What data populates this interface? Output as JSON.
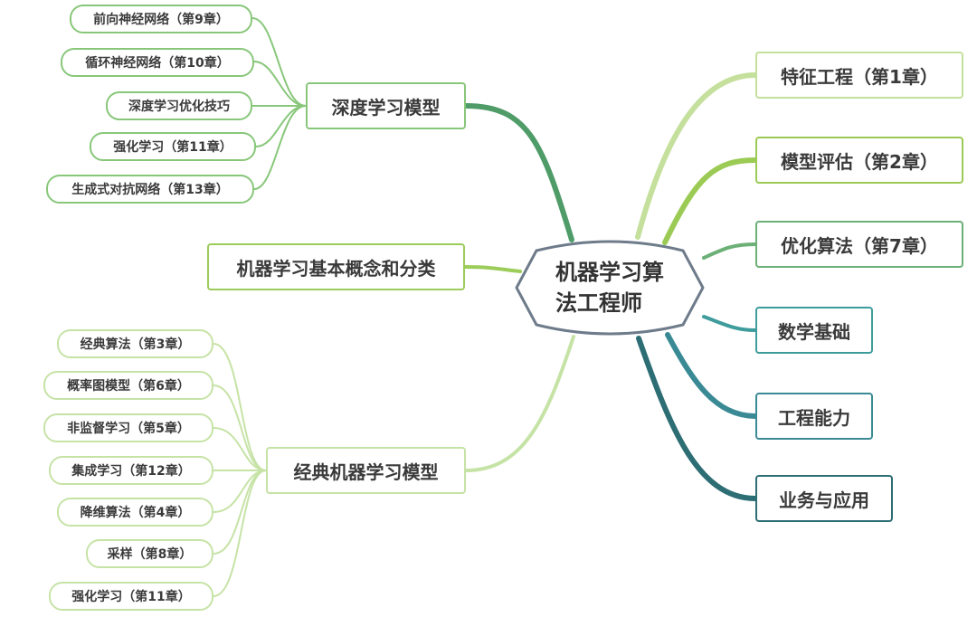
{
  "center": {
    "line1": "机器学习算",
    "line2": "法工程师"
  },
  "branches": {
    "deep": {
      "label": "深度学习模型",
      "items": [
        "前向神经网络（第9章）",
        "循环神经网络（第10章）",
        "深度学习优化技巧",
        "强化学习（第11章）",
        "生成式对抗网络（第13章）"
      ]
    },
    "basics": {
      "label": "机器学习基本概念和分类"
    },
    "classic": {
      "label": "经典机器学习模型",
      "items": [
        "经典算法（第3章）",
        "概率图模型（第6章）",
        "非监督学习（第5章）",
        "集成学习（第12章）",
        "降维算法（第4章）",
        "采样（第8章）",
        "强化学习（第11章）"
      ]
    },
    "right": [
      "特征工程（第1章）",
      "模型评估（第2章）",
      "优化算法（第7章）",
      "数学基础",
      "工程能力",
      "业务与应用"
    ]
  },
  "colors": {
    "deep_branch": "#4f9c69",
    "deep_leaf": "#88c77a",
    "basics_branch": "#9ccc5a",
    "classic_branch": "#c6e3a6",
    "right_light": "#c4e09c",
    "right_mid": "#9bcb55",
    "right_green": "#6bb076",
    "right_teal": "#3e9c9c",
    "right_teal2": "#3a8a95",
    "right_dark": "#2d6d74",
    "center_border": "#6e7b8a"
  }
}
